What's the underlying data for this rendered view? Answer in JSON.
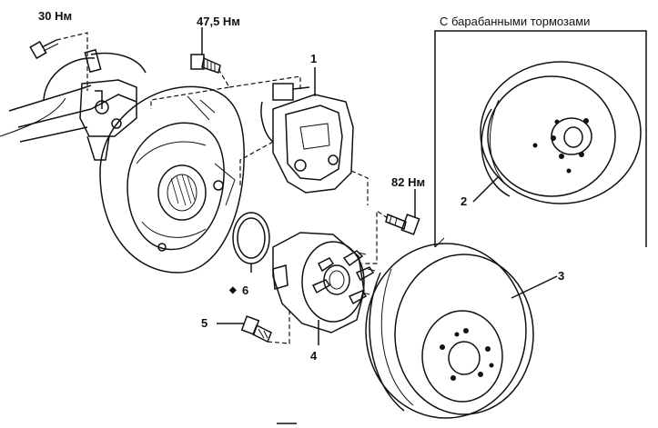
{
  "labels": {
    "torque_30": "30 Нм",
    "torque_47": "47,5 Нм",
    "torque_82": "82 Нм",
    "drum_caption": "С барабанными тормозами",
    "part_1": "1",
    "part_2": "2",
    "part_3": "3",
    "part_4": "4",
    "part_5": "5",
    "part_6": "6",
    "non_reusable_mark": "◆"
  }
}
